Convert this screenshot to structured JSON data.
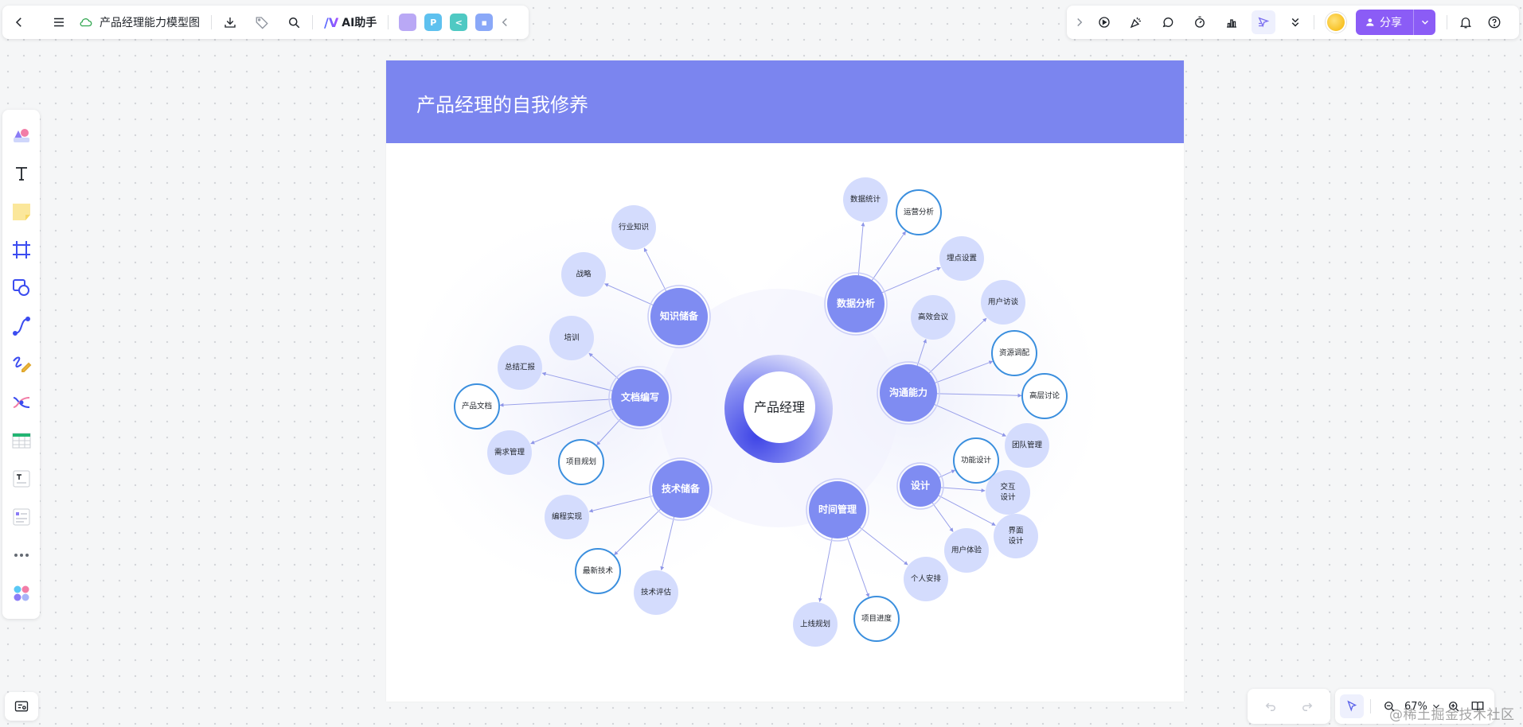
{
  "toolbar": {
    "doc_title": "产品经理能力模型图",
    "ai_label": "AI助手",
    "share_label": "分享"
  },
  "canvas": {
    "title": "产品经理的自我修养"
  },
  "mindmap": {
    "center": "产品经理",
    "branches": [
      {
        "label": "知识储备",
        "children": [
          "行业知识",
          "战略"
        ]
      },
      {
        "label": "文档编写",
        "children": [
          "培训",
          "总结汇报",
          "产品文档",
          "需求管理",
          "项目规划"
        ]
      },
      {
        "label": "技术储备",
        "children": [
          "编程实现",
          "最新技术",
          "技术评估"
        ]
      },
      {
        "label": "数据分析",
        "children": [
          "数据统计",
          "运营分析",
          "埋点设置"
        ]
      },
      {
        "label": "沟通能力",
        "children": [
          "高效会议",
          "用户访谈",
          "资源调配",
          "高层讨论",
          "团队管理"
        ]
      },
      {
        "label": "设计",
        "children": [
          "功能设计",
          "交互设计",
          "界面设计",
          "用户体验"
        ]
      },
      {
        "label": "时间管理",
        "children": [
          "个人安排",
          "项目进度",
          "上线规划"
        ]
      }
    ]
  },
  "zoom": {
    "level": "67%"
  },
  "watermark": "@稀土掘金技术社区",
  "colors": {
    "accent": "#8b5cf6",
    "header": "#7b85ef",
    "branch_node": "#7f8cf2",
    "leaf_fill": "#d4dcfd",
    "leaf_outline": "#3b8fde"
  }
}
